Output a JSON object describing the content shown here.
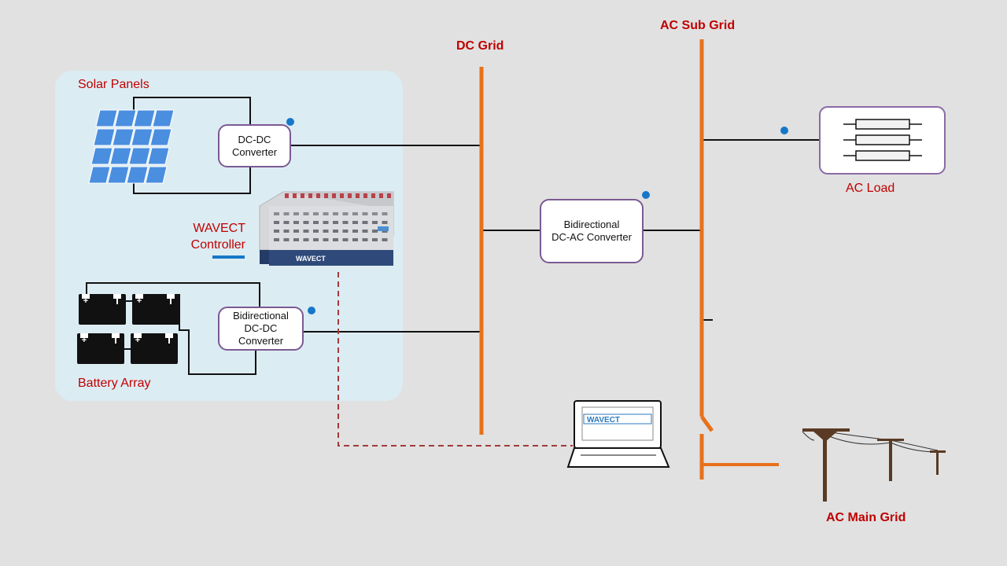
{
  "labels": {
    "dc_grid": "DC Grid",
    "ac_sub_grid": "AC Sub Grid",
    "ac_main_grid": "AC Main Grid",
    "solar_panels": "Solar Panels",
    "battery_array": "Battery Array",
    "ac_load": "AC Load",
    "wavect_controller_line1": "WAVECT",
    "wavect_controller_line2": "Controller"
  },
  "converters": {
    "dcdc": [
      "DC-DC",
      "Converter"
    ],
    "bidir_dcdc": [
      "Bidirectional",
      "DC-DC",
      "Converter"
    ],
    "bidir_dcac": [
      "Bidirectional",
      "DC-AC Converter"
    ]
  },
  "brand": {
    "device_logo": "WAVECT",
    "laptop_logo": "WAVECT"
  },
  "colors": {
    "bus": "#e8711c",
    "label_red": "#c00000",
    "converter_border": "#7b5a93",
    "indicator_dot": "#1677c8",
    "panel_bg": "#dcecf3",
    "comm_dashed": "#a33a3a",
    "solar_cell": "#4a8ee0"
  },
  "icons": [
    "solar-panel-icon",
    "battery-icon",
    "controller-device-icon",
    "laptop-icon",
    "utility-pole-icon",
    "resistor-icon"
  ]
}
